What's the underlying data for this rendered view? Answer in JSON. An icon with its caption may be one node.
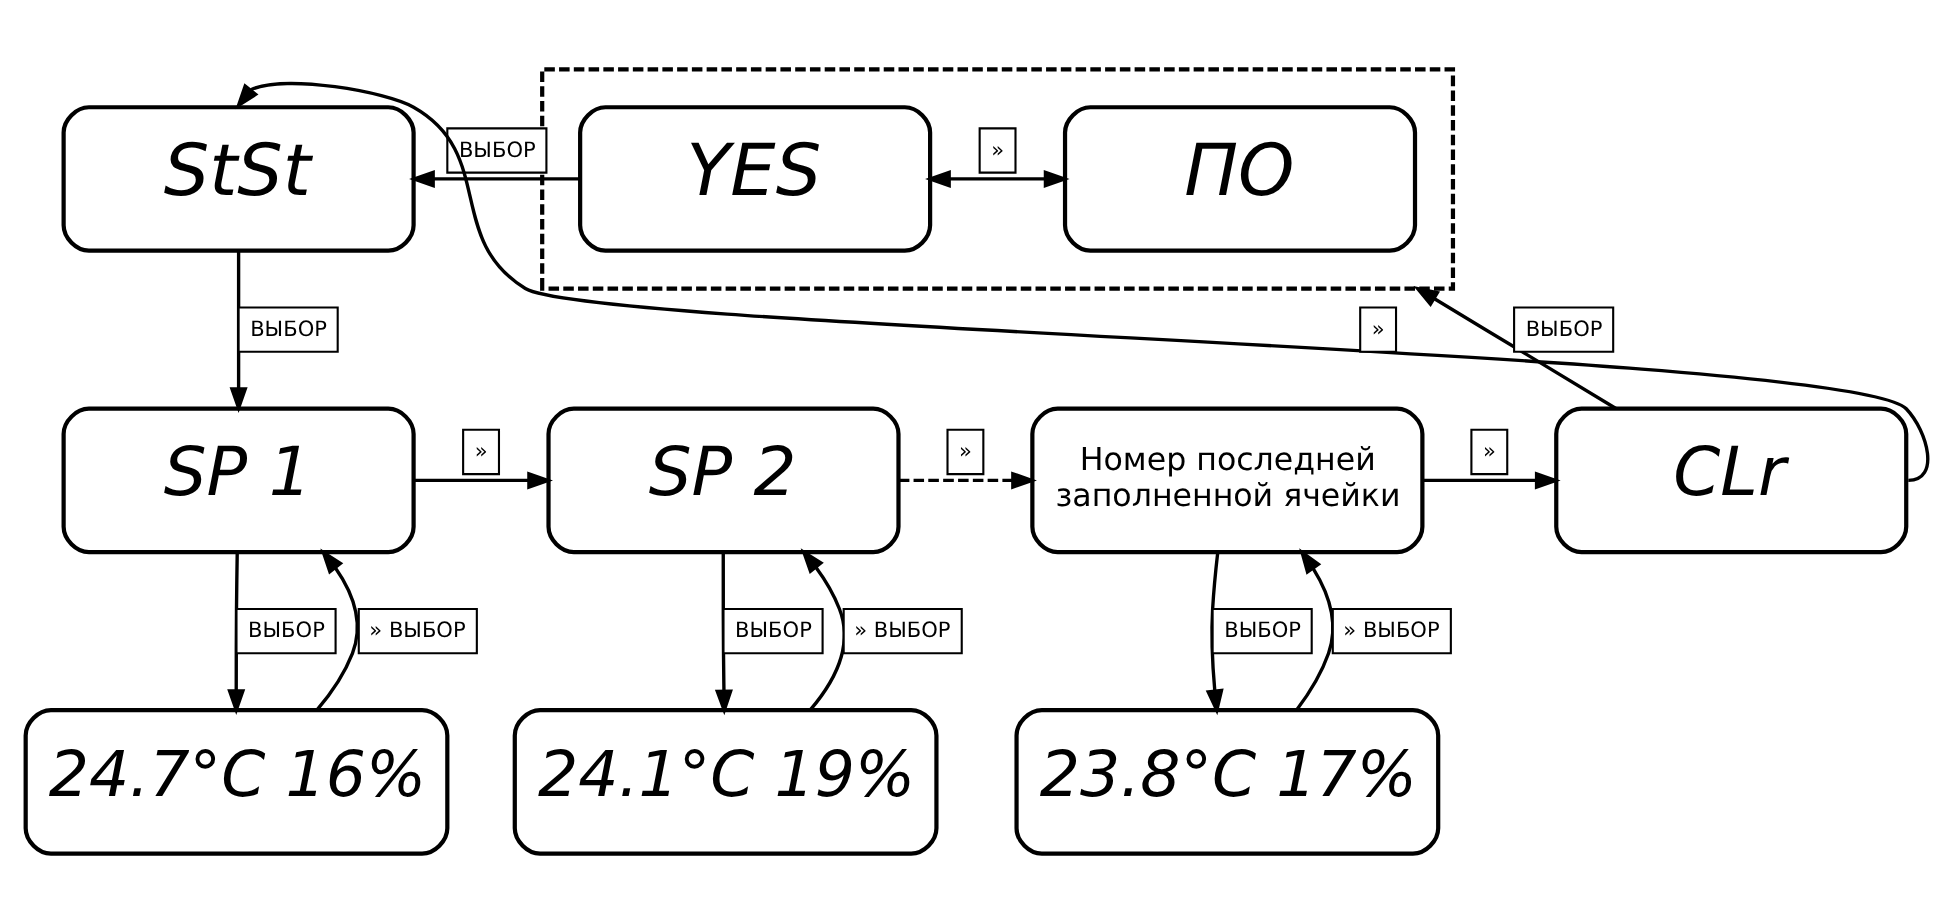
{
  "diagram": {
    "nodes": [
      {
        "text": [
          "StSt"
        ]
      },
      {
        "text": [],
        "shape": "box"
      },
      {
        "text": [
          "YES"
        ],
        "in": 1
      },
      {
        "text": [
          "ПО"
        ],
        "in": 1
      },
      {
        "text": [
          "SP 1"
        ]
      },
      {
        "text": [
          "SP 2"
        ]
      },
      {
        "text": [
          "Номер последней заполненной ячейки"
        ]
      },
      {
        "text": [
          "CLr"
        ]
      },
      {
        "text": [
          "24.7°C 16%"
        ]
      },
      {
        "text": [
          "24.1°C 19%"
        ]
      },
      {
        "text": [
          "23.8°C 17%"
        ]
      }
    ],
    "edges": [
      {
        "from": 7,
        "to": 0,
        "arrow": "to",
        "label": "»"
      },
      {
        "from": 2,
        "to": 0,
        "arrow": "to",
        "label": "ВЫБОР"
      },
      {
        "from": 2,
        "to": 3,
        "arrow": "both",
        "label": "»"
      },
      {
        "from": 0,
        "to": 4,
        "arrow": "to",
        "label": "ВЫБОР"
      },
      {
        "from": 4,
        "to": 5,
        "arrow": "to",
        "label": "»"
      },
      {
        "from": 5,
        "to": 6,
        "arrow": "to",
        "label": "»",
        "style": "dashed"
      },
      {
        "from": 6,
        "to": 7,
        "arrow": "to",
        "label": "»"
      },
      {
        "from": 7,
        "to": 1,
        "arrow": "to",
        "label": "ВЫБОР"
      },
      {
        "from": 8,
        "to": 4,
        "arrow": "to",
        "label": "» ВЫБОР"
      },
      {
        "from": 4,
        "to": 8,
        "arrow": "to",
        "label": "ВЫБОР"
      },
      {
        "from": 9,
        "to": 5,
        "arrow": "to",
        "label": "» ВЫБОР"
      },
      {
        "from": 5,
        "to": 9,
        "arrow": "to",
        "label": "ВЫБОР"
      },
      {
        "from": 10,
        "to": 6,
        "arrow": "to",
        "label": "» ВЫБОР"
      },
      {
        "from": 6,
        "to": 10,
        "arrow": "to",
        "label": "ВЫБОР"
      }
    ]
  }
}
